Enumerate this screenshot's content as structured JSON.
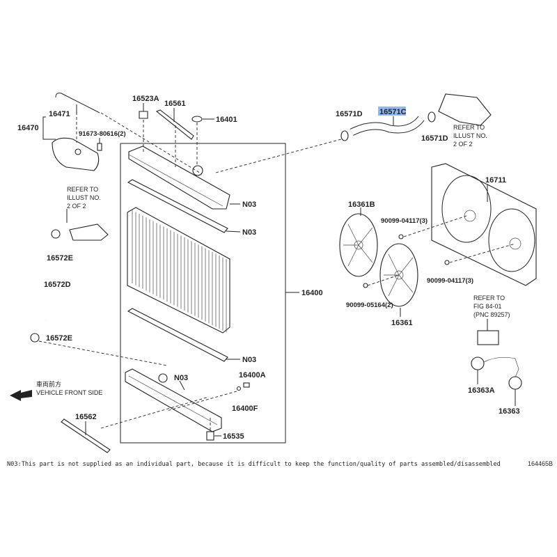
{
  "labels": {
    "p16523A": "16523A",
    "p16561": "16561",
    "p16401": "16401",
    "p16471": "16471",
    "p16470": "16470",
    "p91673": "91673-80616(2)",
    "n03_a": "N03",
    "n03_b": "N03",
    "n03_c": "N03",
    "n03_d": "N03",
    "p16400": "16400",
    "p16572E_a": "16572E",
    "p16572D": "16572D",
    "p16572E_b": "16572E",
    "p16562": "16562",
    "p16400A": "16400A",
    "p16400F": "16400F",
    "p16535": "16535",
    "p16571D_a": "16571D",
    "p16571C": "16571C",
    "p16571D_b": "16571D",
    "p16711": "16711",
    "p16361B": "16361B",
    "p90099_a": "90099-04117(3)",
    "p90099_b": "90099-04117(3)",
    "p90099_c": "90099-05164(2)",
    "p16361": "16361",
    "p16363A": "16363A",
    "p16363": "16363"
  },
  "refer_left": [
    "REFER TO",
    "ILLUST NO.",
    "2 OF 2"
  ],
  "refer_right": [
    "REFER TO",
    "ILLUST NO.",
    "2 OF 2"
  ],
  "refer_fig": [
    "REFER TO",
    "FIG 84-01",
    "(PNC 89257)"
  ],
  "direction": {
    "jp": "車両前方",
    "en": "VEHICLE FRONT SIDE"
  },
  "footnote": "N03:This part is not supplied as an individual part, because it is difficult to keep the function/quality of parts assembled/disassembled",
  "diagram_id": "164465B",
  "highlight_color": "#8fb8f0"
}
